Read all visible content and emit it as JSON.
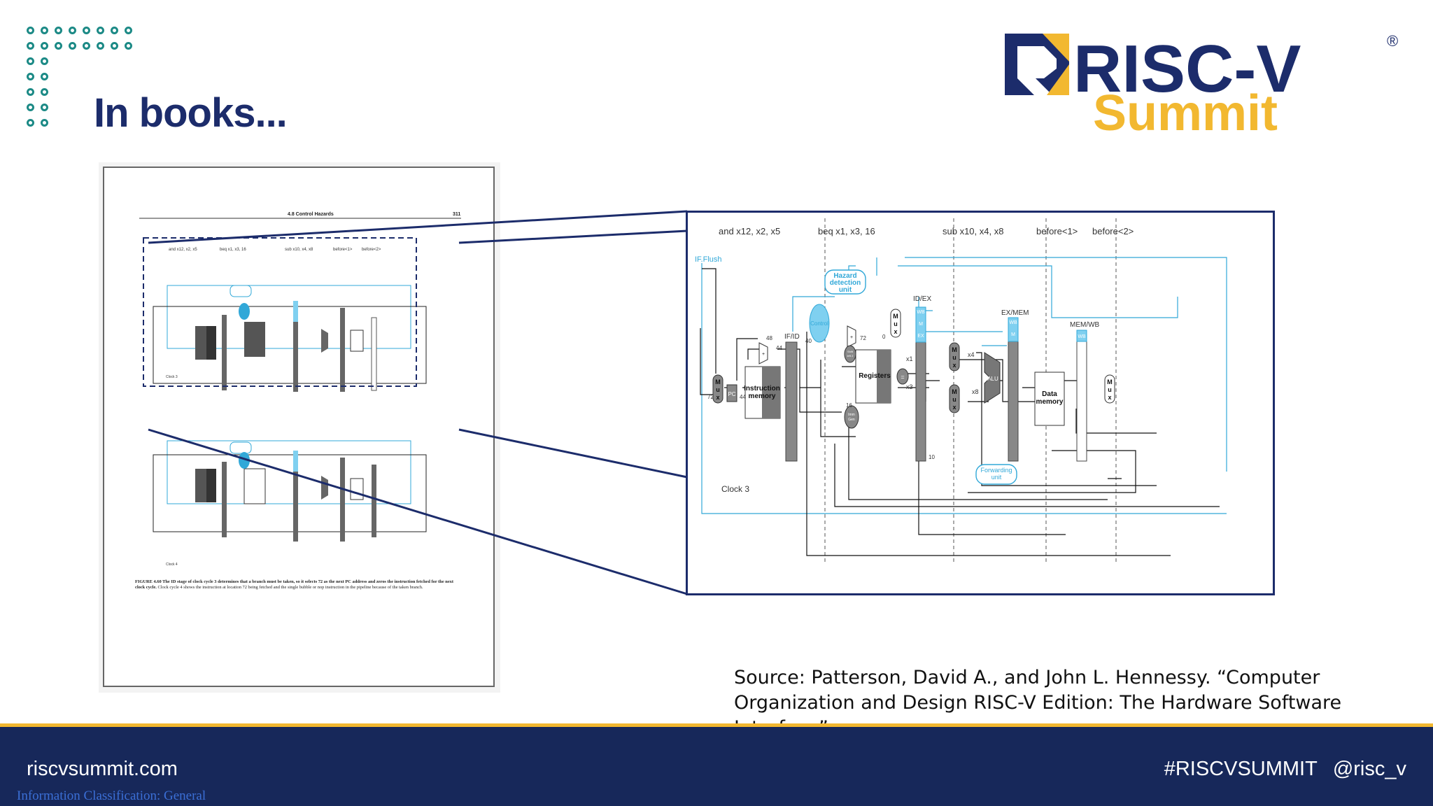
{
  "slide": {
    "title": "In books..."
  },
  "logo": {
    "wordmark": "RISC-V",
    "registered": "®",
    "subtitle": "Summit"
  },
  "book_page": {
    "section": "4.8 Control Hazards",
    "page_number": "311",
    "stage_labels": [
      "and x12, x2, x5",
      "beq x1, x3, 16",
      "sub x10, x4, x8",
      "before<1>",
      "before<2>"
    ],
    "clock_upper": "Clock 3",
    "clock_lower": "Clock 4",
    "caption_bold": "FIGURE 4.60 The ID stage of clock cycle 3 determines that a branch must be taken, so it selects 72 as the next PC address and zeros the instruction fetched for the next clock cycle.",
    "caption_rest": "Clock cycle 4 shows the instruction at location 72 being fetched and the single bubble or nop instruction in the pipeline because of the taken branch."
  },
  "zoom_diagram": {
    "instructions": [
      "and x12, x2, x5",
      "beq x1, x3, 16",
      "sub x10, x4, x8",
      "before<1>",
      "before<2>"
    ],
    "if_flush": "IF.Flush",
    "hazard_unit": [
      "Hazard",
      "detection",
      "unit"
    ],
    "control": "Control",
    "forwarding_unit": [
      "Forwarding",
      "unit"
    ],
    "pipeline_regs": [
      "IF/ID",
      "ID/EX",
      "EX/MEM",
      "MEM/WB"
    ],
    "reg_fields": [
      "WB",
      "M",
      "EX"
    ],
    "instruction_memory": [
      "Instruction",
      "memory"
    ],
    "registers": "Registers",
    "data_memory": [
      "Data",
      "memory"
    ],
    "alu": "ALU",
    "pc": "PC",
    "mux": [
      "M",
      "u",
      "x"
    ],
    "shift_left": [
      "Shift",
      "left 2"
    ],
    "imm_gen": [
      "Imm",
      "Gen"
    ],
    "equals": "=",
    "plus": "+",
    "wire_labels": {
      "n72a": "72",
      "n44a": "44",
      "n48": "48",
      "n44b": "44",
      "n40": "40",
      "n72b": "72",
      "n0": "0",
      "n16": "16",
      "x1": "x1",
      "x3": "x3",
      "x4": "x4",
      "x8": "x8",
      "n10": "10"
    },
    "clock": "Clock 3"
  },
  "source": "Source: Patterson, David A., and John L. Hennessy. “Computer Organization and Design RISC-V Edition: The Hardware Software Interface”",
  "footer": {
    "website": "riscvsummit.com",
    "classification": "Information Classification: General",
    "hashtag": "#RISCVSUMMIT",
    "handle": "@risc_v"
  },
  "colors": {
    "navy": "#1c2c6b",
    "teal": "#1c8a86",
    "gold": "#f2b830",
    "diagram_blue": "#31a8d8"
  }
}
